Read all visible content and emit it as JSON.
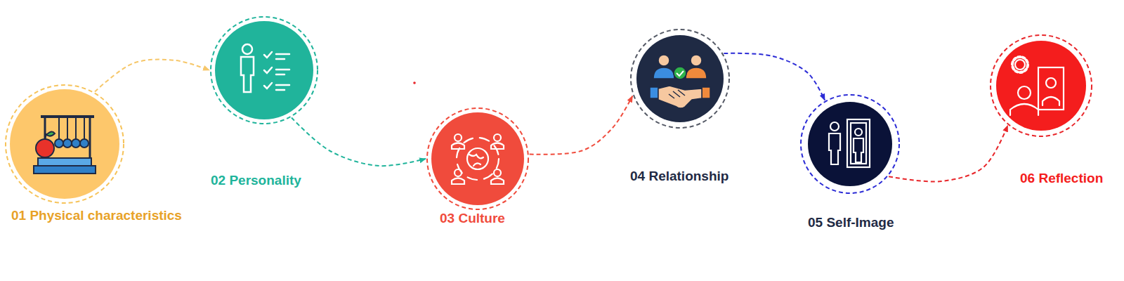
{
  "diagram": {
    "nodes": [
      {
        "text": [
          "01 Physical characteristics"
        ]
      },
      {
        "text": [
          "02 Personality"
        ]
      },
      {
        "text": [
          "03 Culture"
        ]
      },
      {
        "text": [
          "04 Relationship"
        ]
      },
      {
        "text": [
          "05 Self-Image"
        ]
      },
      {
        "text": [
          "06 Reflection"
        ]
      }
    ],
    "edges": [
      {
        "from": 0,
        "to": 1,
        "arrow": "to"
      },
      {
        "from": 1,
        "to": 2,
        "arrow": "to"
      },
      {
        "from": 2,
        "to": 3,
        "arrow": "to"
      },
      {
        "from": 3,
        "to": 4,
        "arrow": "to"
      },
      {
        "from": 4,
        "to": 5,
        "arrow": "to"
      }
    ]
  }
}
